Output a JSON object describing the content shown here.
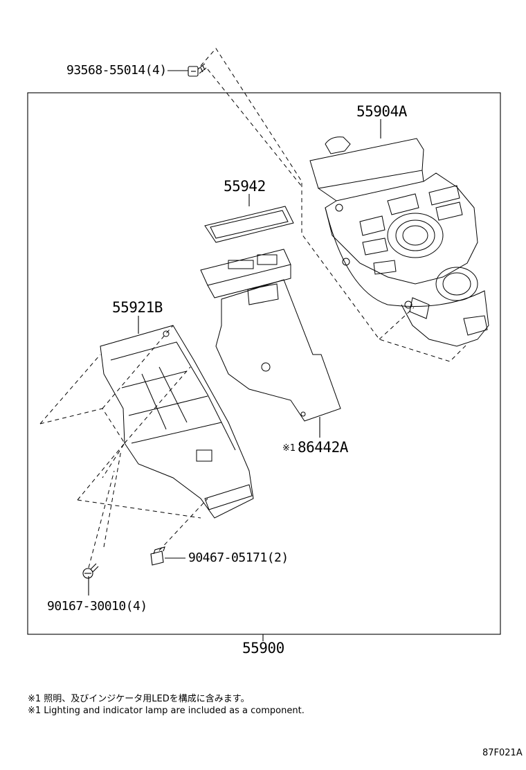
{
  "callouts": {
    "screw_top": "93568-55014(4)",
    "panel_assembly": "55904A",
    "lens": "55942",
    "housing": "55921B",
    "circuit_board_marker": "※1",
    "circuit_board": "86442A",
    "clip": "90467-05171(2)",
    "screw_bottom": "90167-30010(4)",
    "assembly": "55900"
  },
  "notes": {
    "japanese": "※1 照明、及びインジケータ用LEDを構成に含みます。",
    "english": "※1 Lighting and indicator lamp are included as a component."
  },
  "illustration_code": "87F021A"
}
